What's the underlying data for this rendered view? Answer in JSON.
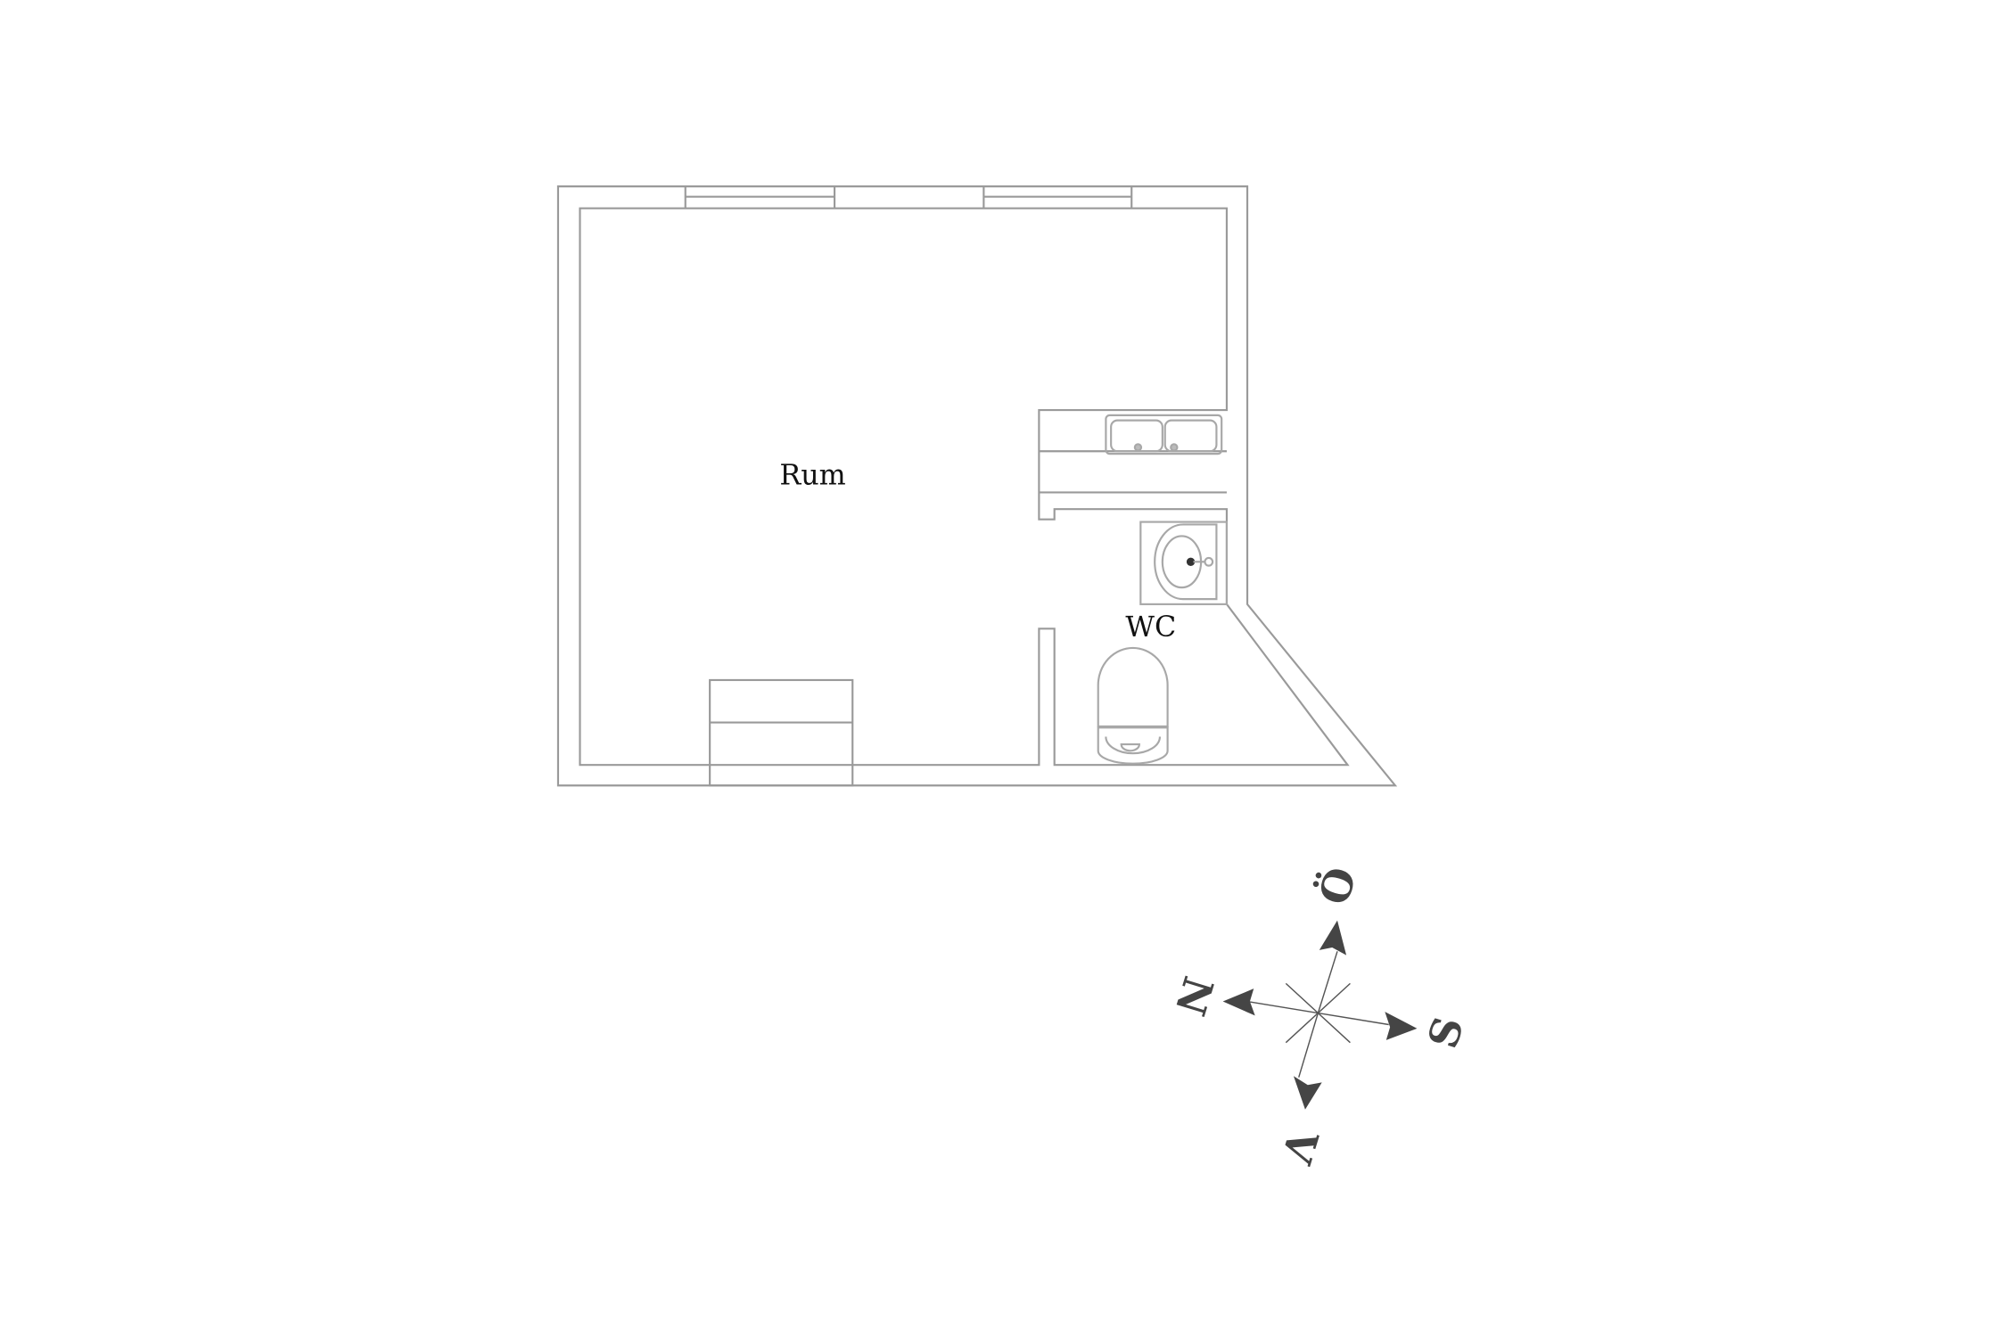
{
  "rooms": {
    "main": "Rum",
    "toilet": "WC"
  },
  "compass": {
    "north": "N",
    "east": "Ö",
    "south": "S",
    "west": "V"
  },
  "colors": {
    "wall": "#9a9a9a",
    "fixture": "#a8a8a8",
    "compass": "#454545"
  }
}
